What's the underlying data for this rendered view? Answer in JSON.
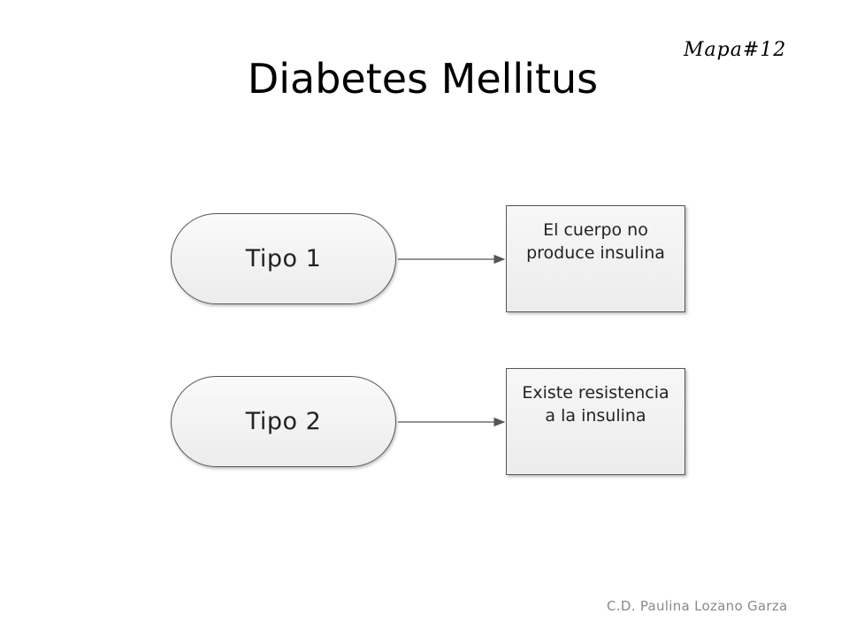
{
  "title": "Diabetes Mellitus",
  "map_tag": "Mapa#12",
  "diagram": {
    "nodes": [
      {
        "type": "Tipo 1",
        "description_line1": "El cuerpo no",
        "description_line2": "produce insulina"
      },
      {
        "type": "Tipo 2",
        "description_line1": "Existe resistencia",
        "description_line2": "a la insulina"
      }
    ],
    "edges": [
      {
        "from": "Tipo 1",
        "to": "El cuerpo no produce insulina"
      },
      {
        "from": "Tipo 2",
        "to": "Existe resistencia a la insulina"
      }
    ]
  },
  "credit": "C.D. Paulina Lozano Garza",
  "colors": {
    "node_border": "#555555",
    "node_fill": "#f2f2f2",
    "credit_text": "#8a8a8a"
  }
}
